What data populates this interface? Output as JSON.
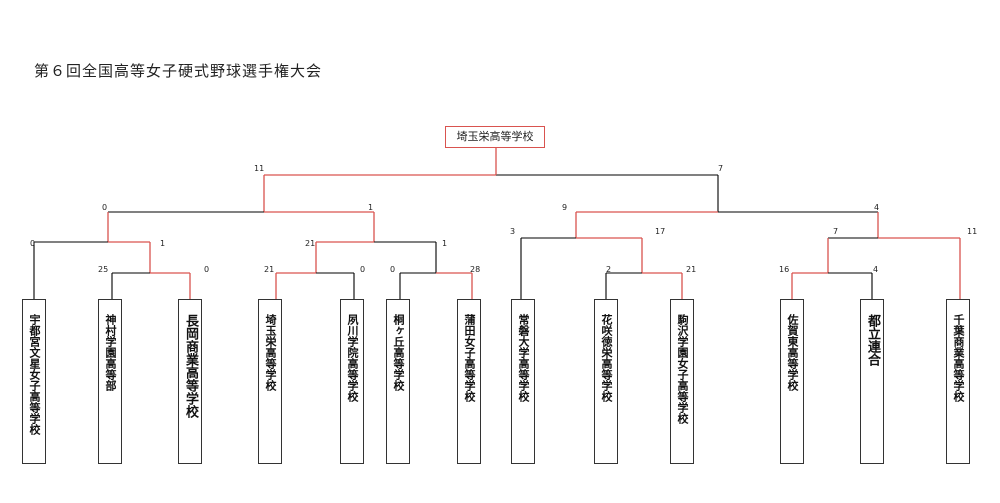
{
  "title": "第６回全国高等女子硬式野球選手権大会",
  "champion": "埼玉栄高等学校",
  "colors": {
    "win": "#d9534f",
    "line": "#000000"
  },
  "teams": [
    "宇都宮文星女子高等学校",
    "神村学園高等部",
    "長岡商業高等学校",
    "埼玉栄高等学校",
    "夙川学院高等学校",
    "桐ヶ丘高等学校",
    "蒲田女子高等学校",
    "常磐大学高等学校",
    "花咲徳栄高等学校",
    "駒沢学園女子高等学校",
    "佐賀東高等学校",
    "都立連合",
    "千葉商業高等学校"
  ],
  "scores": {
    "final_left": "11",
    "final_right": "7",
    "sf1_left": "0",
    "sf1_right": "1",
    "sf2_left": "9",
    "sf2_right": "4",
    "qf1_left": "0",
    "qf1_right": "1",
    "qf2_left": "21",
    "qf2_right": "1",
    "qf3_left": "3",
    "qf3_right": "17",
    "qf4_left": "7",
    "qf4_right": "11",
    "r1_1_left": "25",
    "r1_1_right": "0",
    "r1_2_left": "21",
    "r1_2_right": "0",
    "r1_3_left": "0",
    "r1_3_right": "28",
    "r1_4_left": "2",
    "r1_4_right": "21",
    "r1_5_left": "16",
    "r1_5_right": "4"
  }
}
